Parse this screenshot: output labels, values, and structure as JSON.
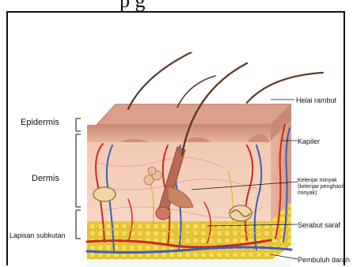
{
  "caption_fragment": "p  g",
  "labels": {
    "epidermis": "Epidermis",
    "dermis": "Dermis",
    "lapisan_subkutan": "Lapisan subkutan",
    "helai_rambut": "Helai rambut",
    "kapiler": "Kapiler",
    "kelenjar_minyak_1": "Kelenjar minyak",
    "kelenjar_minyak_2": "(kelenjar penghasil",
    "kelenjar_minyak_3": "minyak)",
    "serabut_saraf": "Serabut saraf",
    "pembuluh_darah": "Pembuluh darah"
  },
  "colors": {
    "epidermis_top": "#d9a58c",
    "dermis": "#f2c3ad",
    "subcutaneous_fat": "#f0d44a",
    "artery": "#cc2a1f",
    "vein": "#3a5fb8",
    "hair": "#5a3a28"
  }
}
